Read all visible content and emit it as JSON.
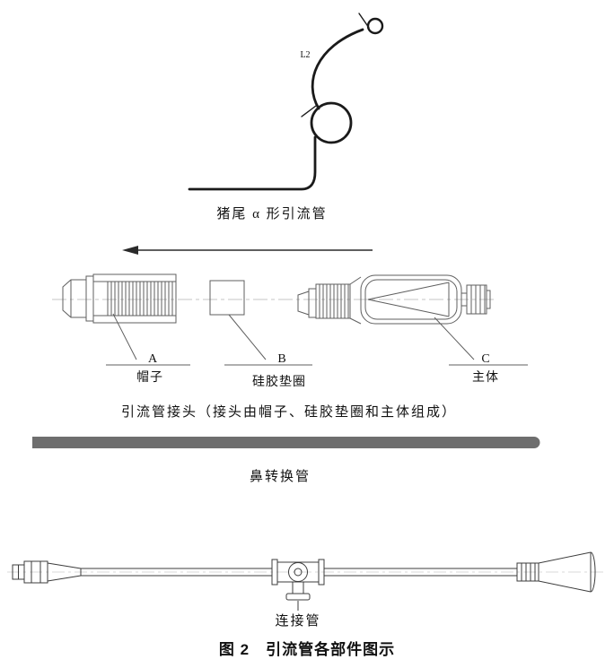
{
  "pigtail": {
    "dimension_label": "L2",
    "caption": "猪尾 α 形引流管"
  },
  "connector": {
    "caption": "引流管接头（接头由帽子、硅胶垫圈和主体组成）",
    "parts": [
      {
        "letter": "A",
        "label": "帽子"
      },
      {
        "letter": "B",
        "label": "硅胶垫圈"
      },
      {
        "letter": "C",
        "label": "主体"
      }
    ]
  },
  "nasal_tube": {
    "caption": "鼻转换管",
    "bar_color": "#6e6e6e"
  },
  "connection_tube": {
    "label": "连接管"
  },
  "figure": {
    "caption": "图 2　引流管各部件图示"
  }
}
